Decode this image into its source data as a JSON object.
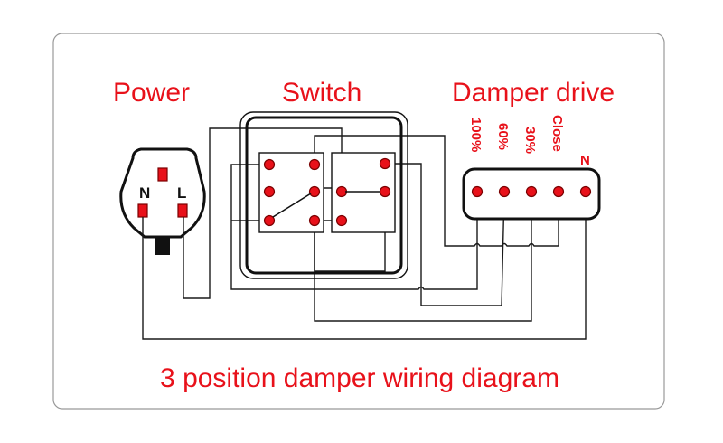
{
  "labels": {
    "power": "Power",
    "switch": "Switch",
    "damper_drive": "Damper drive",
    "caption": "3 position damper wiring diagram"
  },
  "plug": {
    "neutral": "N",
    "live": "L"
  },
  "damper_terminals": [
    "100%",
    "60%",
    "30%",
    "Close",
    "N"
  ],
  "colors": {
    "text": "#e8111a",
    "terminal": "#e8111a",
    "wire": "#1a1a1a",
    "border": "#999999"
  }
}
